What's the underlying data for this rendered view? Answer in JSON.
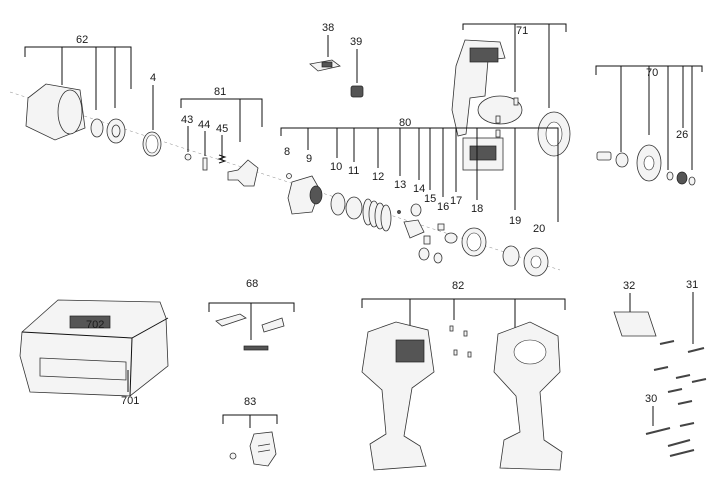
{
  "diagram": {
    "labels": {
      "l62": "62",
      "l4": "4",
      "l81": "81",
      "l43": "43",
      "l44": "44",
      "l45": "45",
      "l38": "38",
      "l39": "39",
      "l71": "71",
      "l70": "70",
      "l26": "26",
      "l80": "80",
      "l8": "8",
      "l9": "9",
      "l10": "10",
      "l11": "11",
      "l12": "12",
      "l13": "13",
      "l14": "14",
      "l15": "15",
      "l16": "16",
      "l17": "17",
      "l18": "18",
      "l19": "19",
      "l20": "20",
      "l68": "68",
      "l82": "82",
      "l32": "32",
      "l31": "31",
      "l30": "30",
      "l702": "702",
      "l701": "701",
      "l83": "83"
    }
  }
}
